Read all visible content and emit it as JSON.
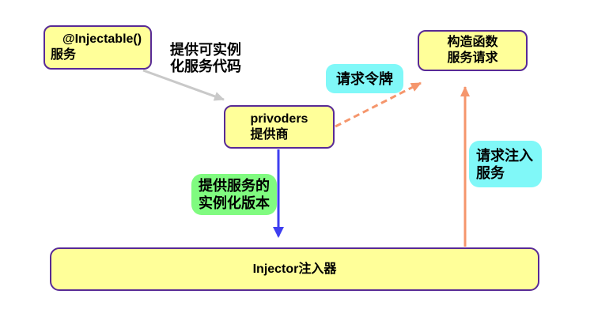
{
  "colors": {
    "box_fill": "#ffff99",
    "box_border": "#582a96",
    "label_cyan": "#80f8f8",
    "label_green": "#80fb80",
    "arrow_gray": "#c9c9c9",
    "arrow_orange": "#f5966c",
    "arrow_blue": "#3e3ef0",
    "text": "#000000"
  },
  "nodes": {
    "injectable": {
      "line1": "@Injectable()",
      "line2": "服务"
    },
    "providers": {
      "line1": "privoders",
      "line2": "提供商"
    },
    "constructor_request": {
      "line1": "构造函数",
      "line2": "服务请求"
    },
    "injector": {
      "label": "Injector注入器"
    }
  },
  "annotations": {
    "provide_code": {
      "line1": "提供可实例",
      "line2": "化服务代码"
    },
    "request_token": {
      "label": "请求令牌"
    },
    "instance_version": {
      "line1": "提供服务的",
      "line2": "实例化版本"
    },
    "request_inject": {
      "line1": "请求注入",
      "line2": "服务"
    }
  },
  "arrows": [
    {
      "name": "injectable-to-providers",
      "style": "solid",
      "color_key": "arrow_gray"
    },
    {
      "name": "providers-to-constructor",
      "style": "dashed",
      "color_key": "arrow_orange"
    },
    {
      "name": "providers-to-injector",
      "style": "solid",
      "color_key": "arrow_blue"
    },
    {
      "name": "injector-to-constructor",
      "style": "solid",
      "color_key": "arrow_orange"
    }
  ]
}
